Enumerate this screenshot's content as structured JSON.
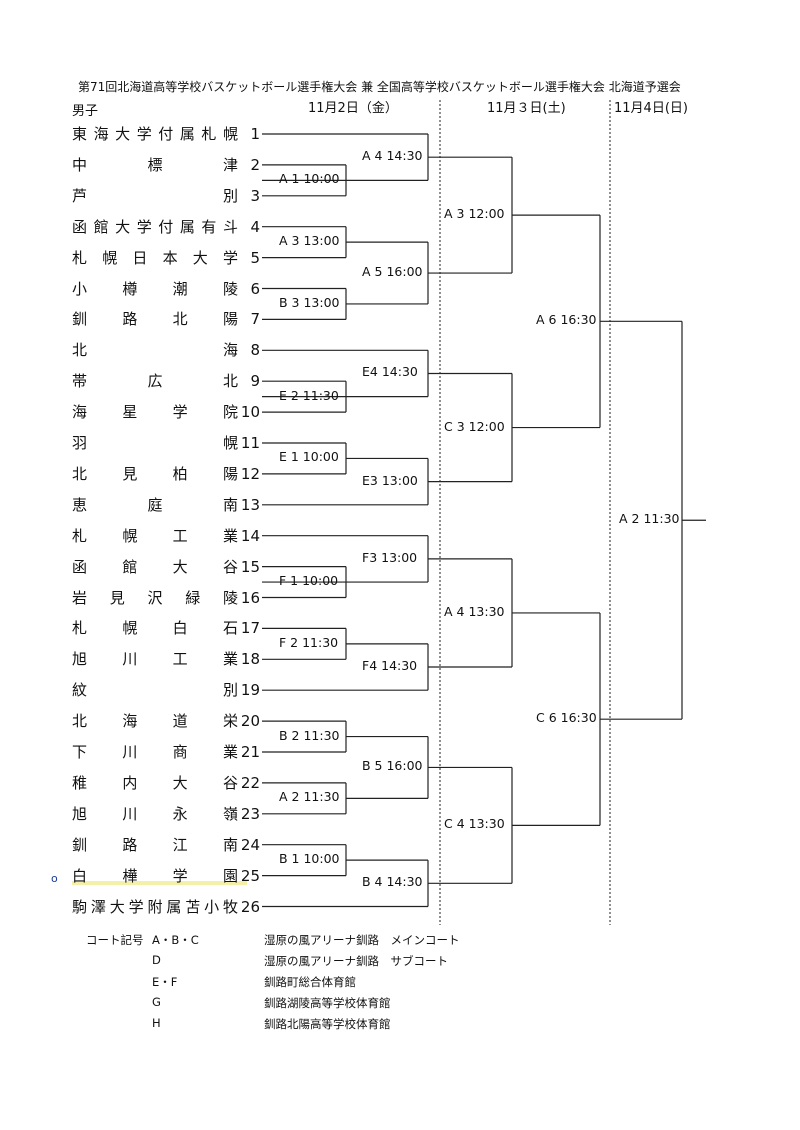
{
  "header": {
    "title": "第71回北海道高等学校バスケットボール選手権大会 兼 全国高等学校バスケットボール選手権大会 北海道予選会",
    "category": "男子",
    "days": [
      "11月2日（金）",
      "11月３日(土)",
      "11月4日(日)"
    ]
  },
  "teams": [
    {
      "name": "東海大学付属札幌",
      "num": "1"
    },
    {
      "name": "中標津",
      "num": "2"
    },
    {
      "name": "芦別",
      "num": "3"
    },
    {
      "name": "函館大学付属有斗",
      "num": "4"
    },
    {
      "name": "札幌日本大学",
      "num": "5"
    },
    {
      "name": "小樽潮陵",
      "num": "6"
    },
    {
      "name": "釧路北陽",
      "num": "7"
    },
    {
      "name": "北海",
      "num": "8"
    },
    {
      "name": "帯広北",
      "num": "9"
    },
    {
      "name": "海星学院",
      "num": "10"
    },
    {
      "name": "羽幌",
      "num": "11"
    },
    {
      "name": "北見柏陽",
      "num": "12"
    },
    {
      "name": "恵庭南",
      "num": "13"
    },
    {
      "name": "札幌工業",
      "num": "14"
    },
    {
      "name": "函館大谷",
      "num": "15"
    },
    {
      "name": "岩見沢緑陵",
      "num": "16"
    },
    {
      "name": "札幌白石",
      "num": "17"
    },
    {
      "name": "旭川工業",
      "num": "18"
    },
    {
      "name": "紋別",
      "num": "19"
    },
    {
      "name": "北海道栄",
      "num": "20"
    },
    {
      "name": "下川商業",
      "num": "21"
    },
    {
      "name": "稚内大谷",
      "num": "22"
    },
    {
      "name": "旭川永嶺",
      "num": "23"
    },
    {
      "name": "釧路江南",
      "num": "24"
    },
    {
      "name": "白樺学園",
      "num": "25"
    },
    {
      "name": "駒澤大学附属苫小牧",
      "num": "26"
    }
  ],
  "matches": {
    "r1": [
      "A 1  10:00",
      "A 3  13:00",
      "B 3  13:00",
      "E 2  11:30",
      "E 1  10:00",
      "F 1  10:00",
      "F 2  11:30",
      "B 2  11:30",
      "A 2  11:30",
      "B 1  10:00"
    ],
    "r2": [
      "A 4  14:30",
      "A 5  16:00",
      "E4  14:30",
      "E3  13:00",
      "F3  13:00",
      "F4  14:30",
      "B 5  16:00",
      "B 4  14:30"
    ],
    "r3": [
      "A 3  12:00",
      "C 3  12:00",
      "A 4  13:30",
      "C 4  13:30"
    ],
    "r4": [
      "A 6  16:30",
      "C 6  16:30"
    ],
    "final": "A 2  11:30"
  },
  "legend": {
    "heading": "コート記号",
    "rows": [
      {
        "code": "A・B・C",
        "venue": "湿原の風アリーナ釧路　メインコート"
      },
      {
        "code": "D",
        "venue": "湿原の風アリーナ釧路　サブコート"
      },
      {
        "code": "E・F",
        "venue": "釧路町総合体育館"
      },
      {
        "code": "G",
        "venue": "釧路湖陵高等学校体育館"
      },
      {
        "code": "H",
        "venue": "釧路北陽高等学校体育館"
      }
    ]
  }
}
